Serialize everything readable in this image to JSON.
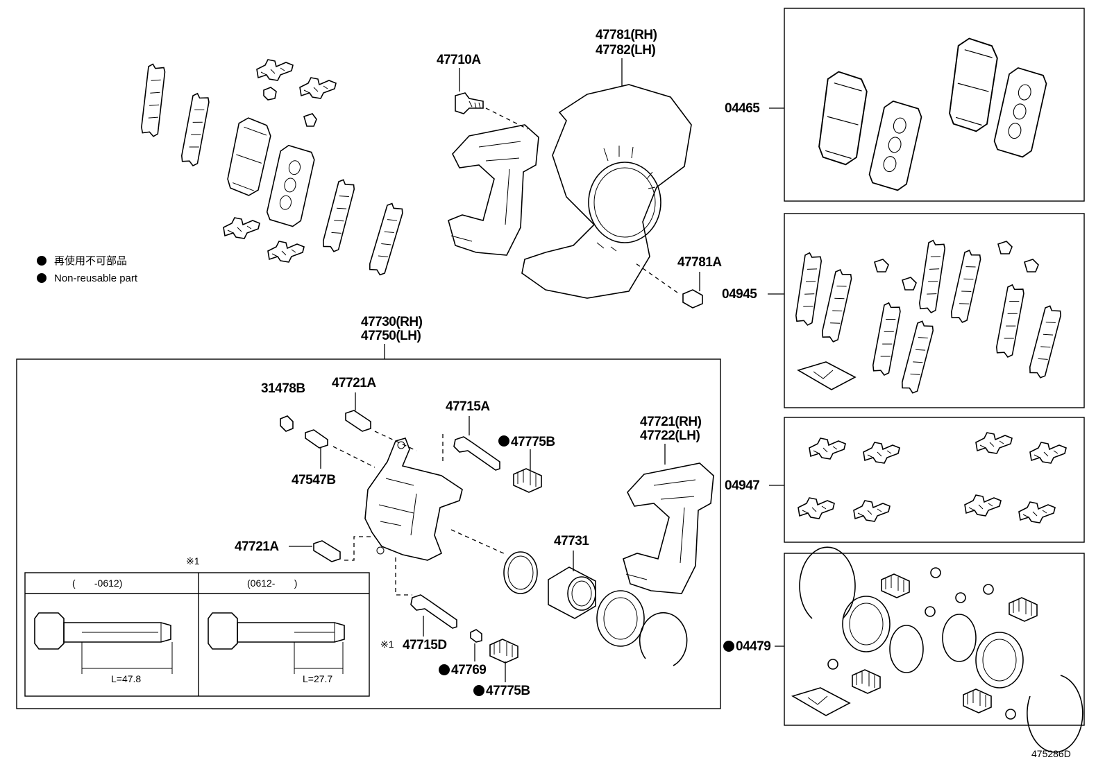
{
  "legend": {
    "jp": "再使用不可部品",
    "en": "Non-reusable part"
  },
  "labels": {
    "shield_rh": "47781(RH)",
    "shield_lh": "47782(LH)",
    "bolt_top": "47710A",
    "bolt_shield": "47781A",
    "caliper_rh": "47730(RH)",
    "caliper_lh": "47750(LH)",
    "p31478b": "31478B",
    "p47721a_top": "47721A",
    "p47715a": "47715A",
    "p47775b_top": "47775B",
    "p47547b": "47547B",
    "mount_rh": "47721(RH)",
    "mount_lh": "47722(LH)",
    "p47731": "47731",
    "p47721a_left": "47721A",
    "p47715d": "47715D",
    "p47769": "47769",
    "p47775b_bottom": "47775B",
    "note_mark": "※1",
    "note_mark_part": "※1",
    "kit_04465": "04465",
    "kit_04945": "04945",
    "kit_04947": "04947",
    "kit_04479": "04479",
    "drawing_no": "475286D"
  },
  "inset": {
    "left_header": "(       -0612)",
    "right_header": "(0612-       )",
    "left_dim": "L=47.8",
    "right_dim": "L=27.7"
  },
  "icons": {
    "non_reusable": "filled-circle",
    "note": "reference-mark"
  }
}
